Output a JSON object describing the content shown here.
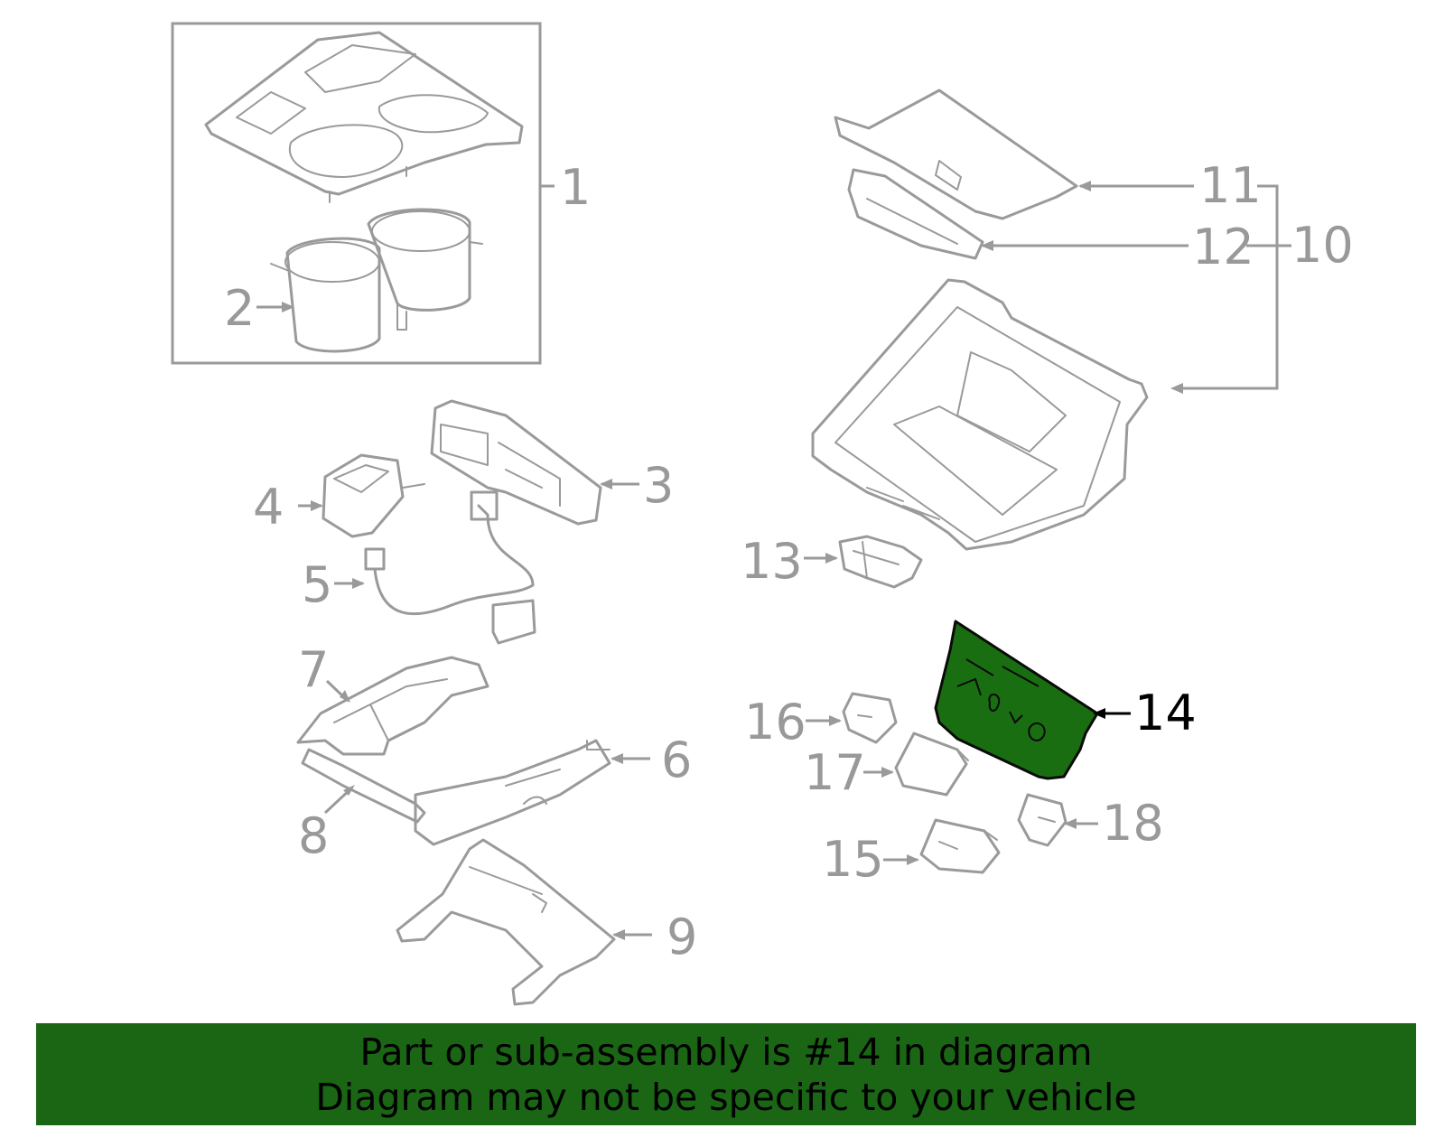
{
  "diagram": {
    "callouts": [
      "1",
      "2",
      "3",
      "4",
      "5",
      "6",
      "7",
      "8",
      "9",
      "10",
      "11",
      "12",
      "13",
      "14",
      "15",
      "16",
      "17",
      "18"
    ],
    "highlighted_callout": "14",
    "colors": {
      "line": "#9a9a9a",
      "highlight": "#1a6e12",
      "banner": "#1a6614",
      "text": "#000000"
    }
  },
  "banner": {
    "line1": "Part or sub-assembly is #14 in diagram",
    "line2": "Diagram may not be specific to your vehicle"
  }
}
